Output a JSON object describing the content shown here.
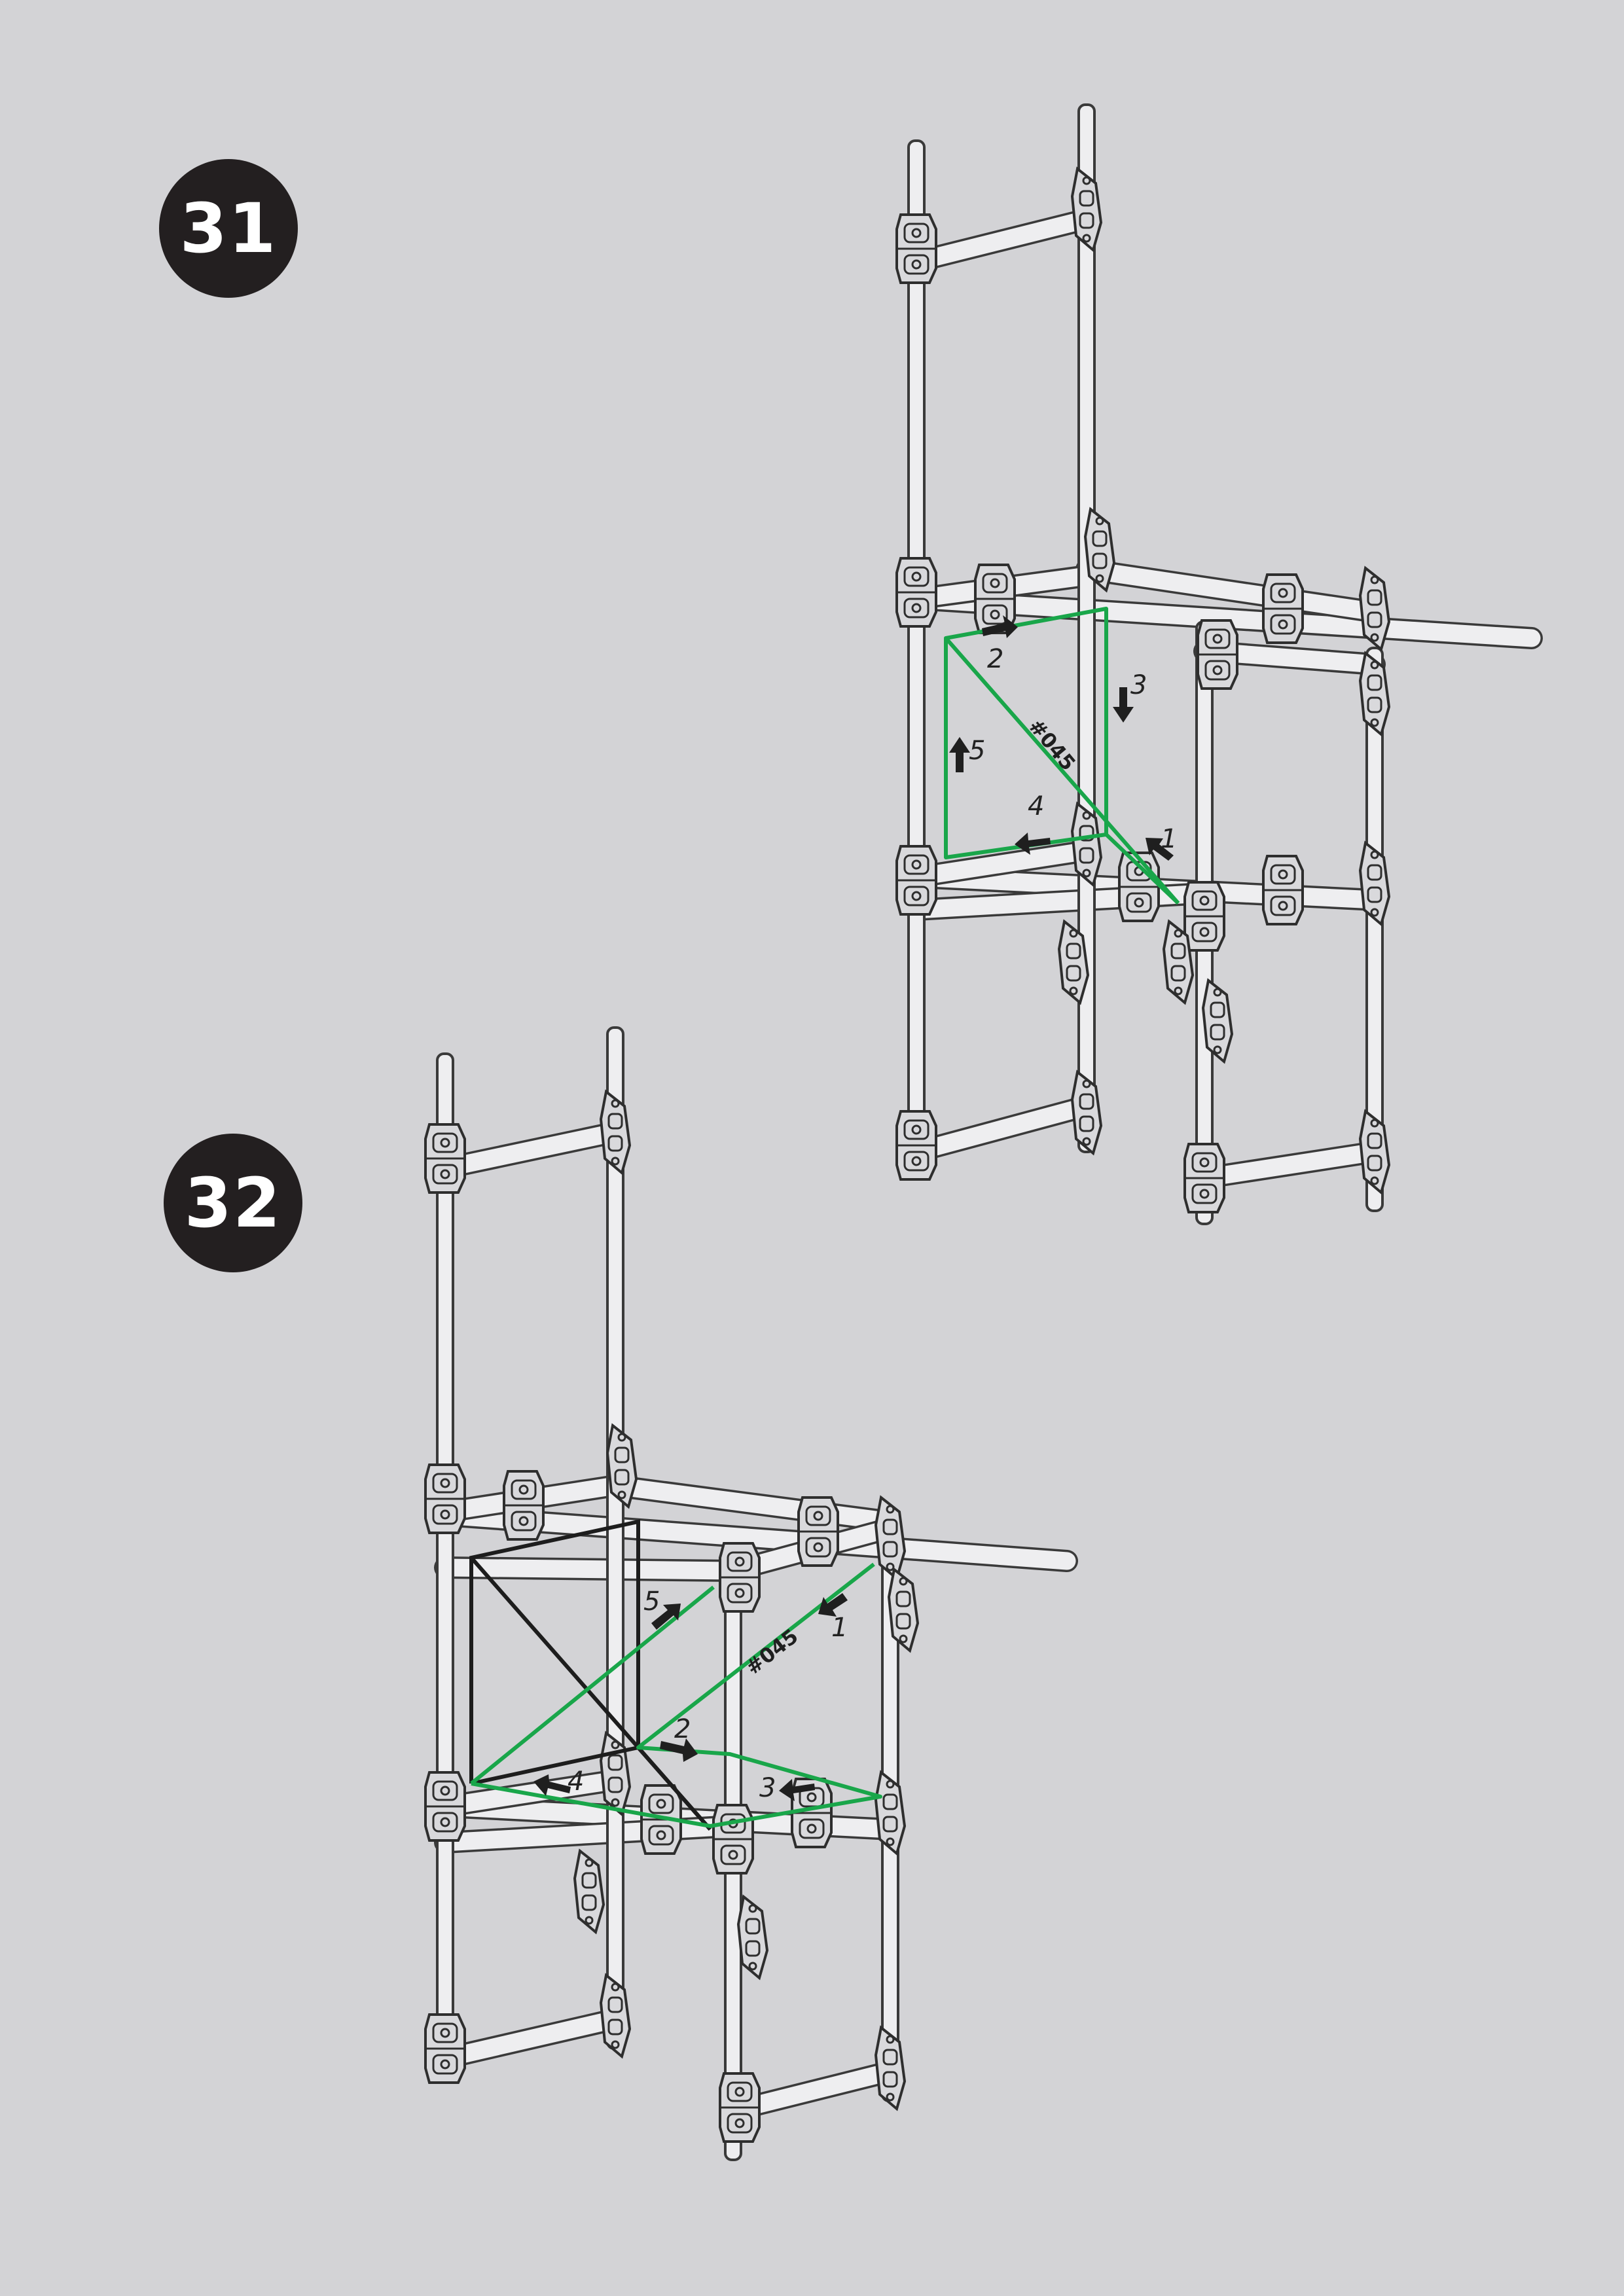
{
  "steps": [
    {
      "number": "31",
      "part_label": "#045",
      "sequence_labels": [
        "1",
        "2",
        "3",
        "4",
        "5"
      ]
    },
    {
      "number": "32",
      "part_label": "#045",
      "sequence_labels": [
        "1",
        "2",
        "3",
        "4",
        "5"
      ]
    }
  ],
  "colors": {
    "background": "#d3d3d6",
    "badge": "#231f20",
    "rope_highlight": "#19a64a",
    "rope_previous": "#1d1d1d",
    "line_art": "#3a3a3a"
  },
  "icons": [
    "clamp-icon",
    "arrow-icon"
  ]
}
